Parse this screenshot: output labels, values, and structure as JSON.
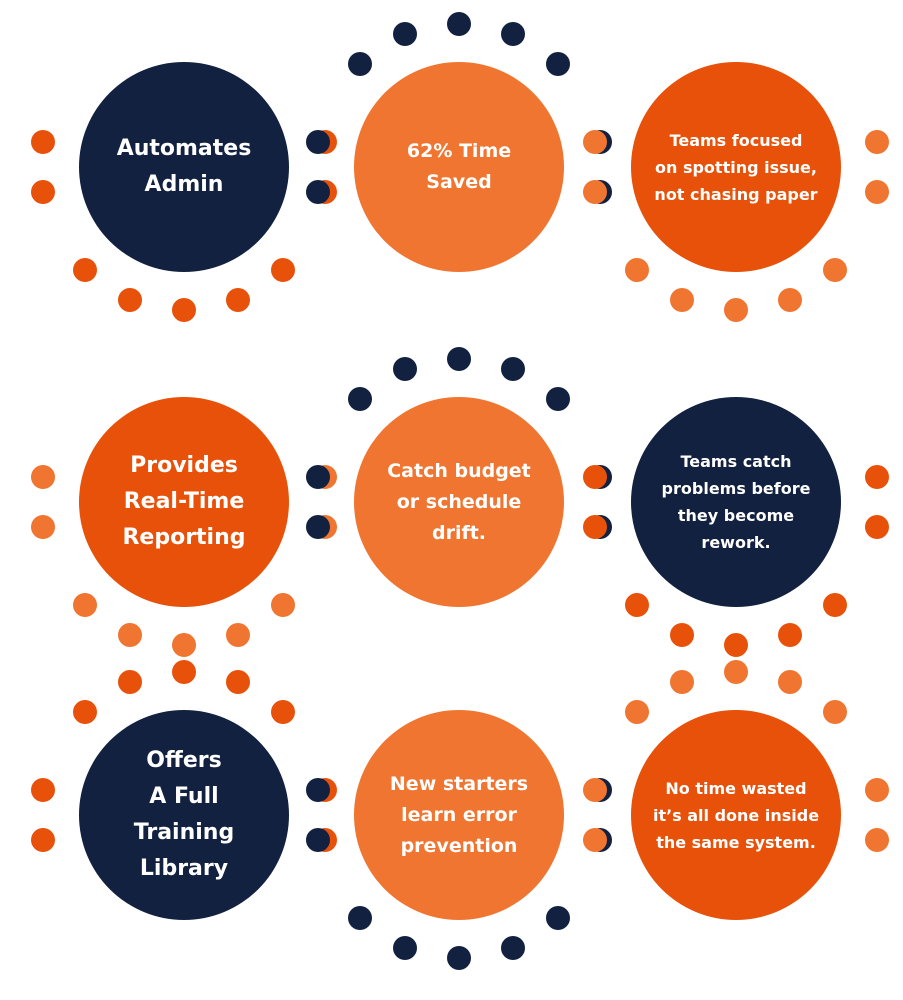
{
  "colors": {
    "navy": "#12213f",
    "orange_dark": "#e8510a",
    "orange_light": "#f07530"
  },
  "rows": [
    {
      "name": "row-1",
      "items": [
        {
          "name": "automates-admin",
          "text": "Automates\nAdmin",
          "fill": "#12213f",
          "dot_fill": "#e8510a",
          "dot_pattern": "bottom",
          "text_size": "lg"
        },
        {
          "name": "time-saved",
          "text": "62% Time\nSaved",
          "fill": "#f07530",
          "dot_fill": "#12213f",
          "dot_pattern": "top",
          "text_size": "md"
        },
        {
          "name": "teams-focused",
          "text": "Teams focused\non spotting issue,\nnot chasing paper",
          "fill": "#e8510a",
          "dot_fill": "#f07530",
          "dot_pattern": "bottom",
          "text_size": "sm"
        }
      ]
    },
    {
      "name": "row-2",
      "items": [
        {
          "name": "real-time-reporting",
          "text": "Provides\nReal-Time\nReporting",
          "fill": "#e8510a",
          "dot_fill": "#f07530",
          "dot_pattern": "bottom",
          "text_size": "lg"
        },
        {
          "name": "catch-budget",
          "text": "Catch budget\nor schedule\ndrift.",
          "fill": "#f07530",
          "dot_fill": "#12213f",
          "dot_pattern": "top",
          "text_size": "md"
        },
        {
          "name": "teams-catch-problems",
          "text": "Teams catch\nproblems before\nthey become\nrework.",
          "fill": "#12213f",
          "dot_fill": "#e8510a",
          "dot_pattern": "bottom",
          "text_size": "sm"
        }
      ]
    },
    {
      "name": "row-3",
      "items": [
        {
          "name": "training-library",
          "text": "Offers\nA Full\nTraining\nLibrary",
          "fill": "#12213f",
          "dot_fill": "#e8510a",
          "dot_pattern": "top",
          "text_size": "lg"
        },
        {
          "name": "new-starters",
          "text": "New starters\nlearn error\nprevention",
          "fill": "#f07530",
          "dot_fill": "#12213f",
          "dot_pattern": "bottom",
          "text_size": "md"
        },
        {
          "name": "no-time-wasted",
          "text": "No time wasted\nit’s all done inside\nthe same system.",
          "fill": "#e8510a",
          "dot_fill": "#f07530",
          "dot_pattern": "top",
          "text_size": "sm"
        }
      ]
    }
  ]
}
